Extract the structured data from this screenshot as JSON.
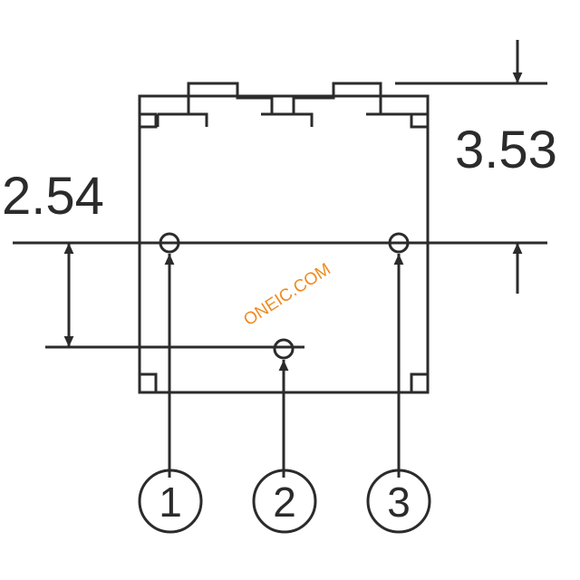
{
  "dimensions": {
    "pin_spacing": "2.54",
    "height": "3.53"
  },
  "pins": [
    {
      "label": "1"
    },
    {
      "label": "2"
    },
    {
      "label": "3"
    }
  ],
  "watermark": {
    "text": "ONEIC.COM",
    "color": "#f08a1c"
  },
  "colors": {
    "line": "#2b2b2b",
    "background": "#ffffff"
  }
}
